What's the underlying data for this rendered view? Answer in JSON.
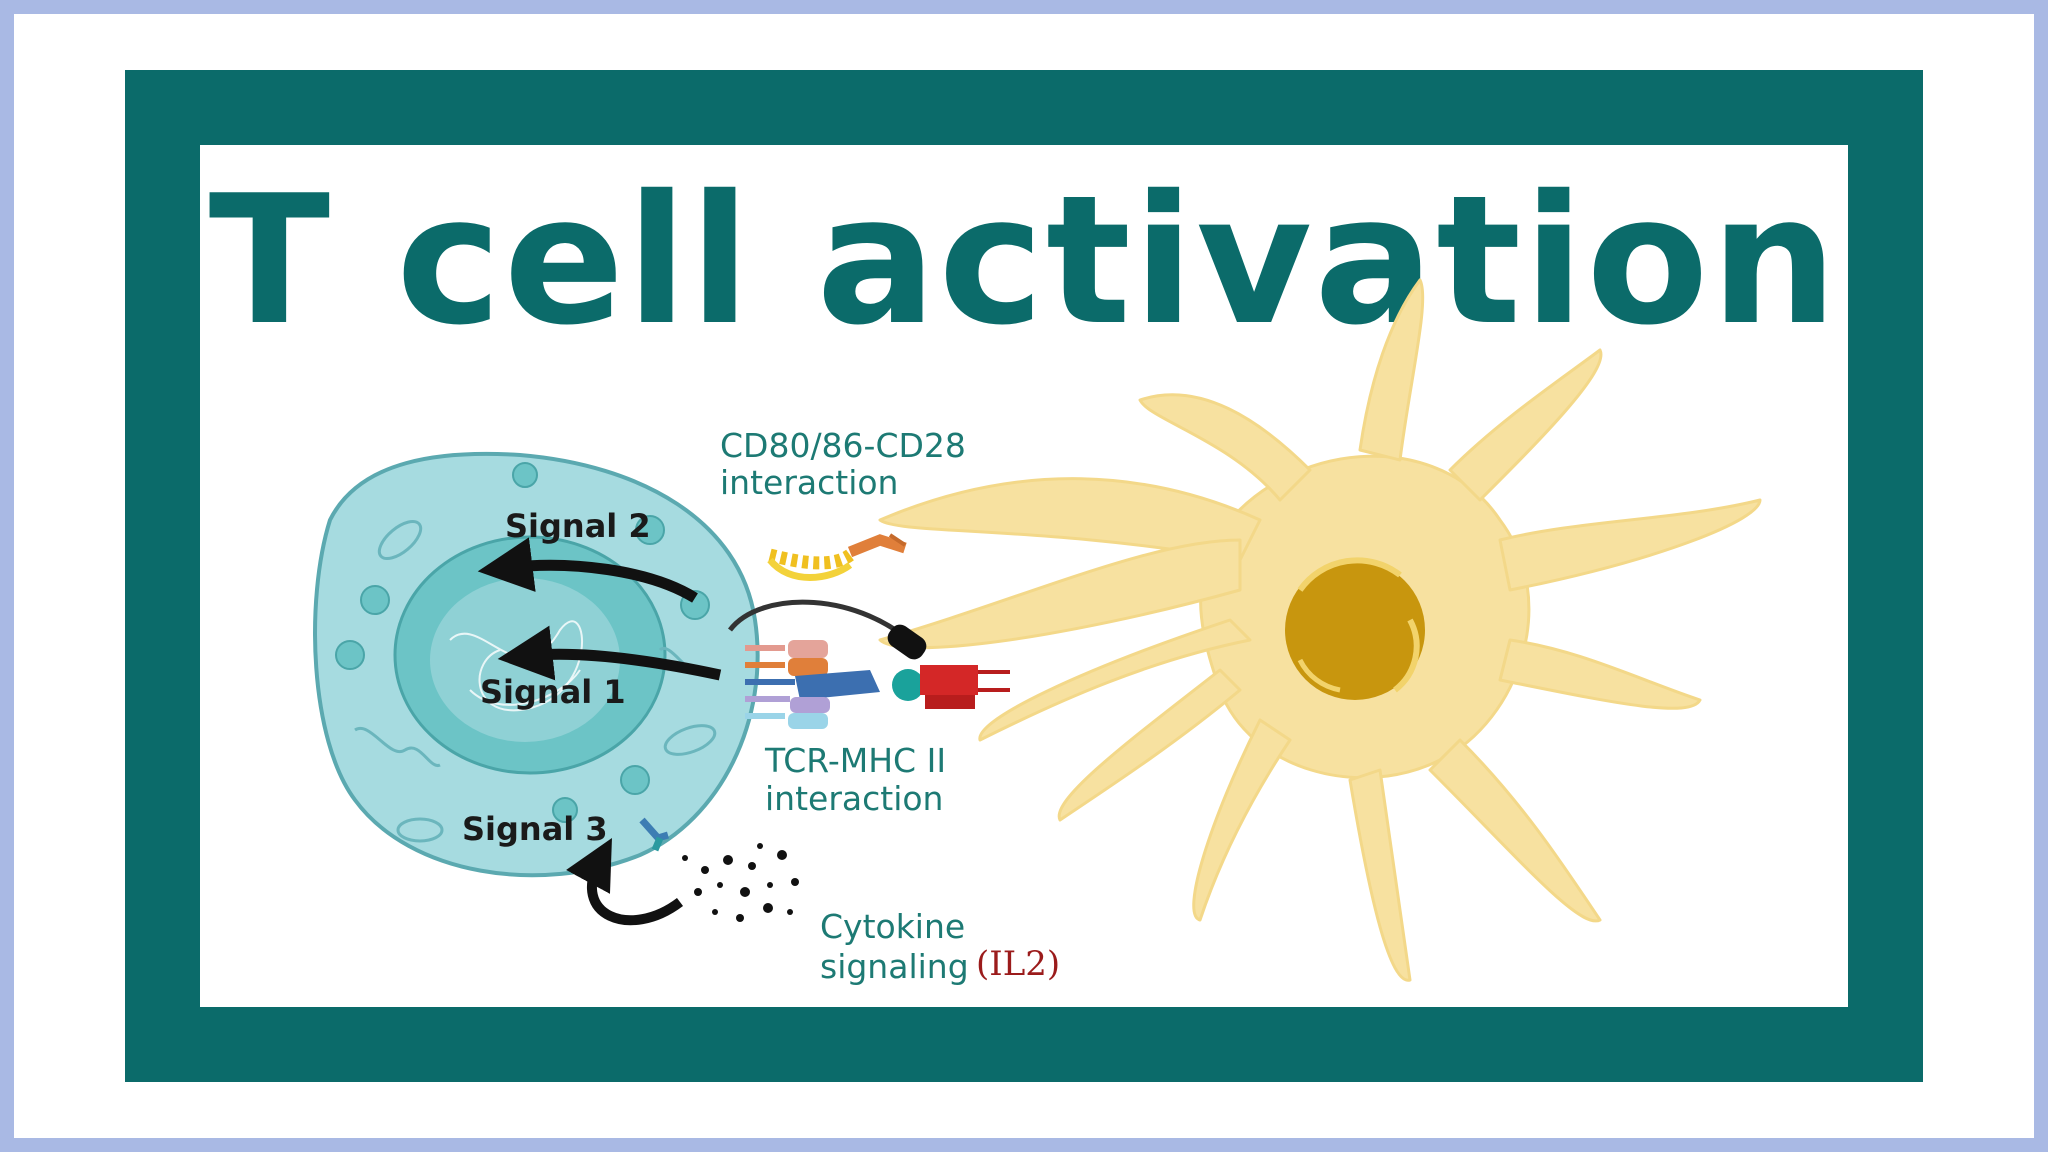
{
  "title": "T cell activation",
  "labels": {
    "cd80_line1": "CD80/86-CD28",
    "cd80_line2": "interaction",
    "tcr_line1": "TCR-MHC II",
    "tcr_line2": "interaction",
    "cyto_line1": "Cytokine",
    "cyto_line2": "signaling",
    "il2": "(IL2)",
    "signal1": "Signal 1",
    "signal2": "Signal 2",
    "signal3": "Signal 3"
  },
  "colors": {
    "frame": "#0b6b6a",
    "background": "#a9b9e4",
    "tcell_fill": "#a6dbe0",
    "tcell_nucleus": "#6cc4c6",
    "dendritic_fill": "#f7e1a0",
    "dendritic_nucleus": "#c8960e",
    "label_teal": "#1d7a74",
    "label_red": "#9b1b1b"
  }
}
